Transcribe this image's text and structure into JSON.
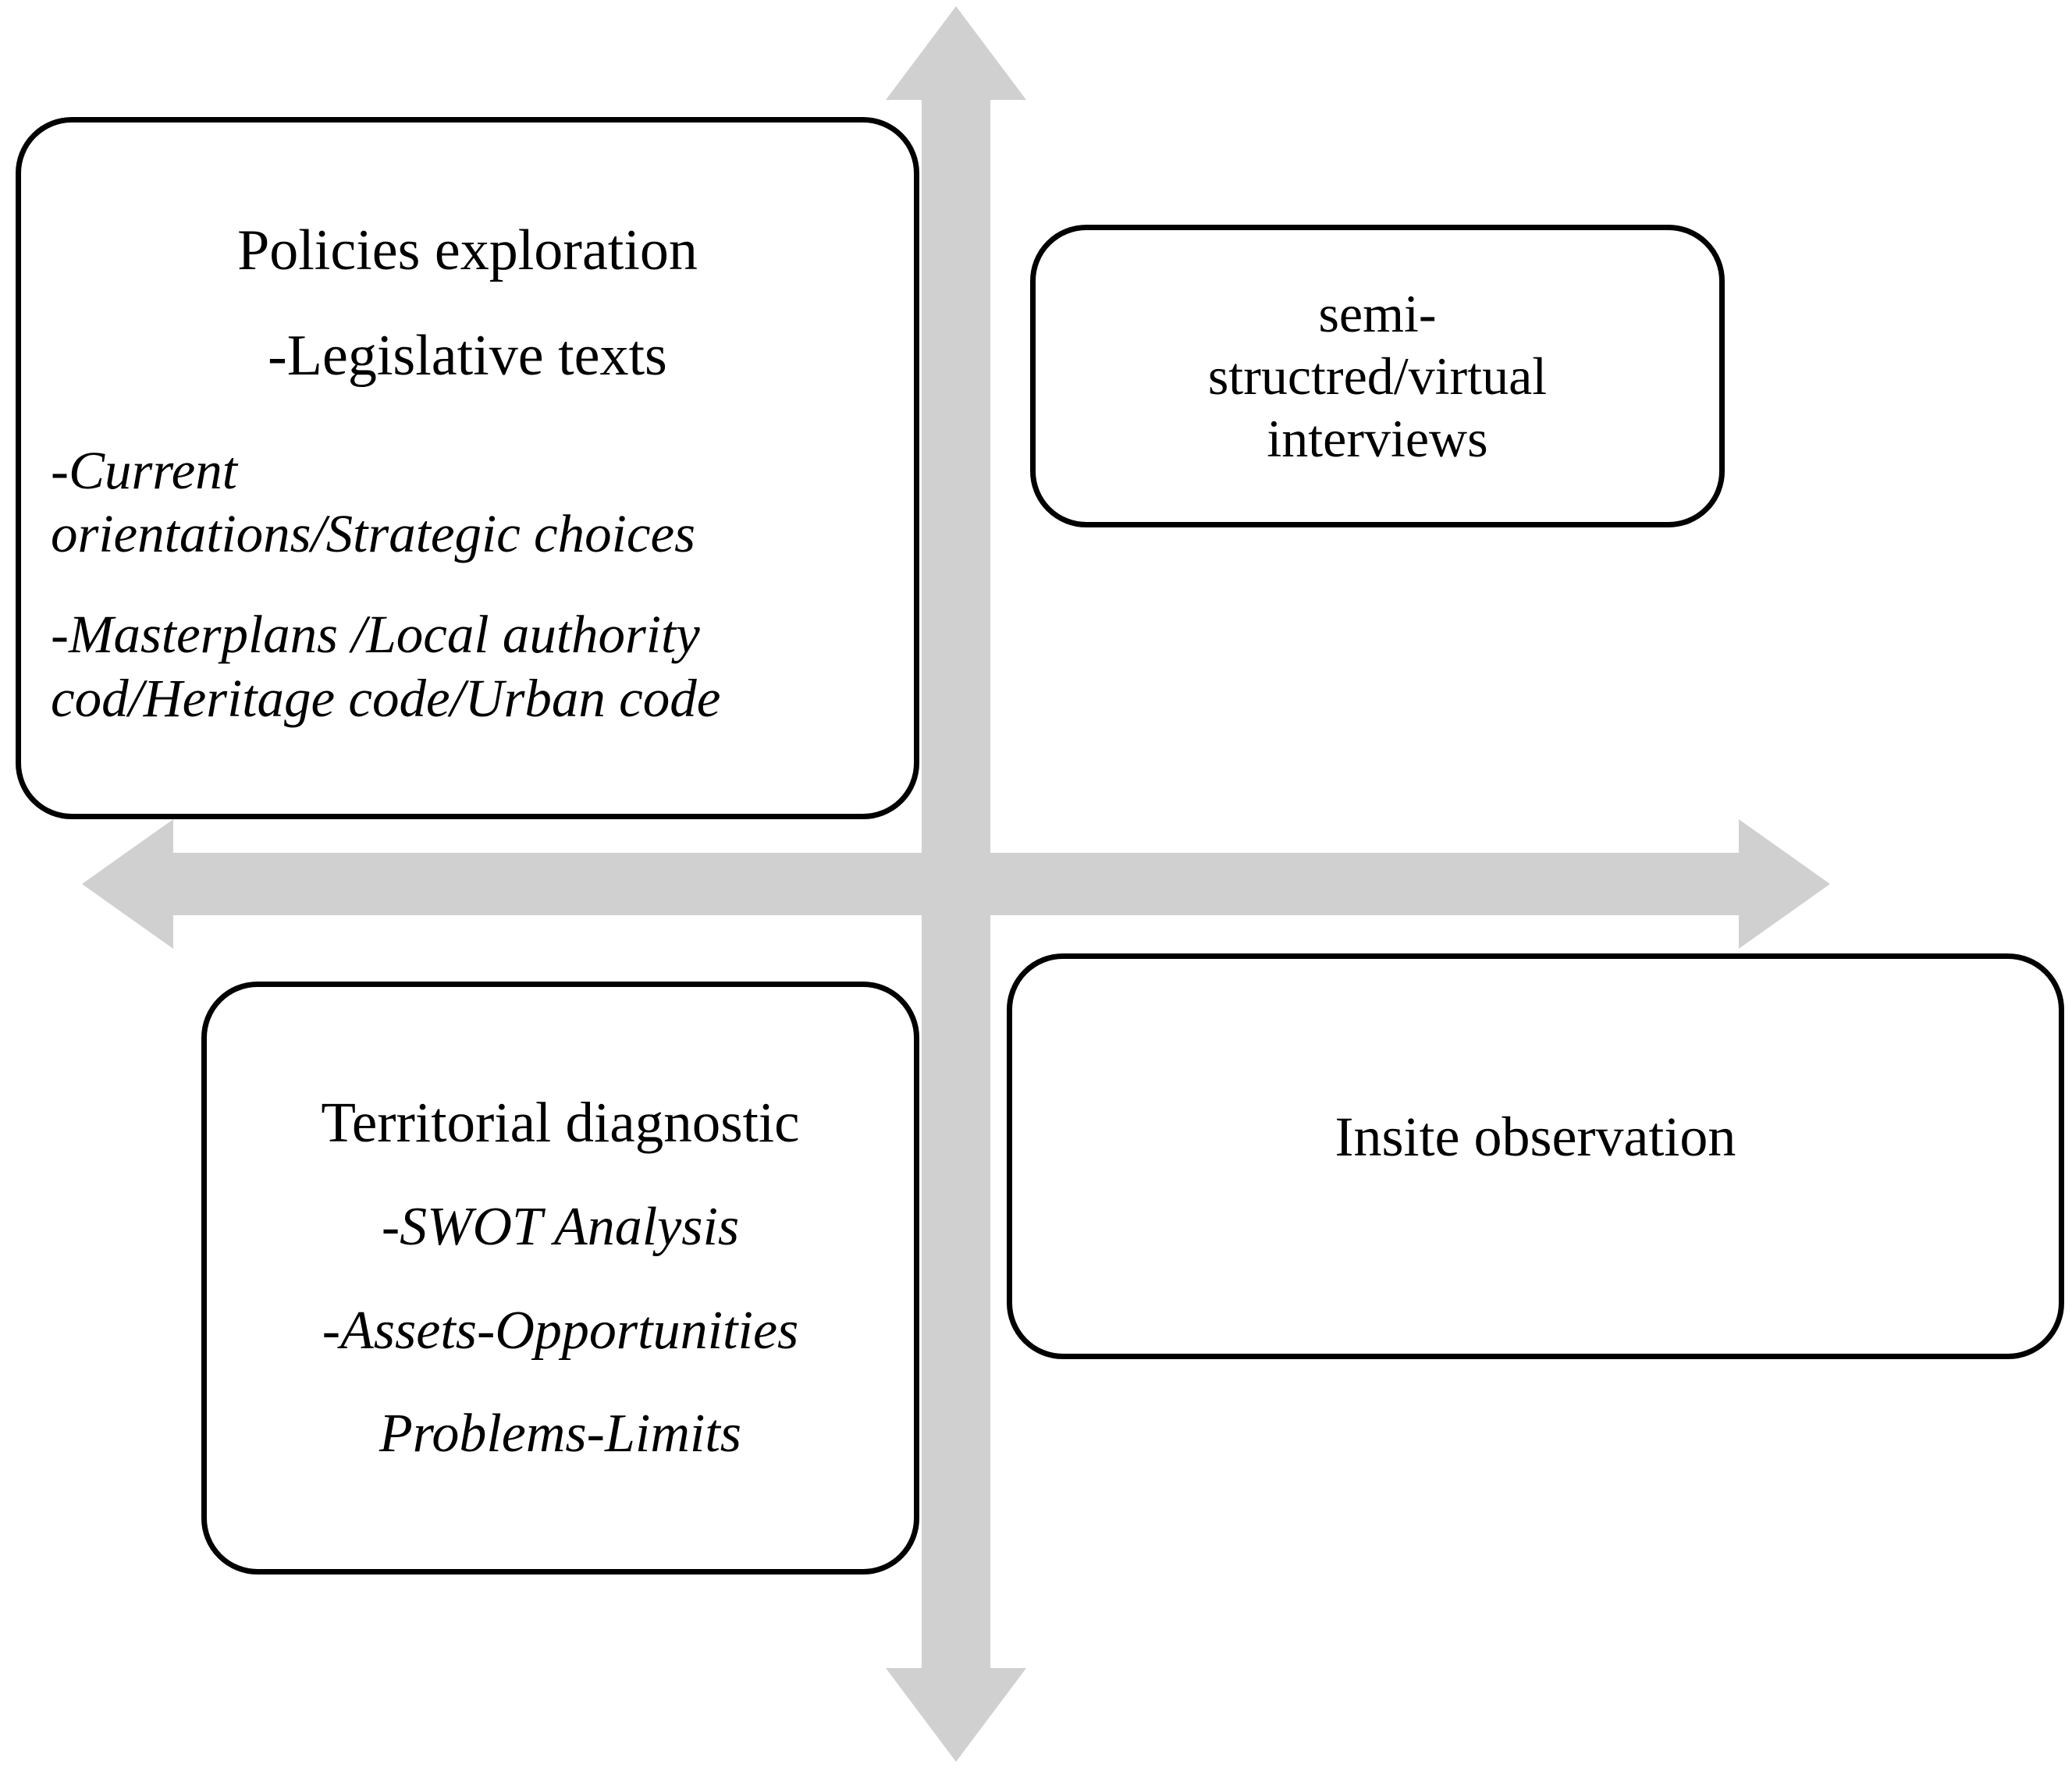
{
  "diagram": {
    "type": "two-axis quadrant diagram",
    "background_color": "#ffffff",
    "box_border_color": "#000000",
    "arrow_color": "#d0d0d0",
    "text_color": "#000000",
    "quadrants": {
      "top_left": {
        "name": "policies-exploration",
        "heading_1": "Policies exploration",
        "heading_2": "-Legislative texts",
        "items": [
          "-Current",
          "orientations/Strategic  choices",
          "-Masterplans /Local  authority",
          "cod/Heritage  code/Urban  code"
        ]
      },
      "top_right": {
        "name": "semi-structured-interviews",
        "lines": [
          "semi-",
          "structred/virtual",
          "interviews"
        ]
      },
      "bottom_left": {
        "name": "territorial-diagnostic",
        "heading": "Territorial diagnostic",
        "items": [
          "-SWOT Analysis",
          "-Assets-Opportunities",
          "Problems-Limits"
        ]
      },
      "bottom_right": {
        "name": "insite-observation",
        "heading": "Insite observation"
      }
    },
    "axes": {
      "vertical_arrow": "double-headed-vertical-arrow",
      "horizontal_arrow": "double-headed-horizontal-arrow"
    }
  }
}
